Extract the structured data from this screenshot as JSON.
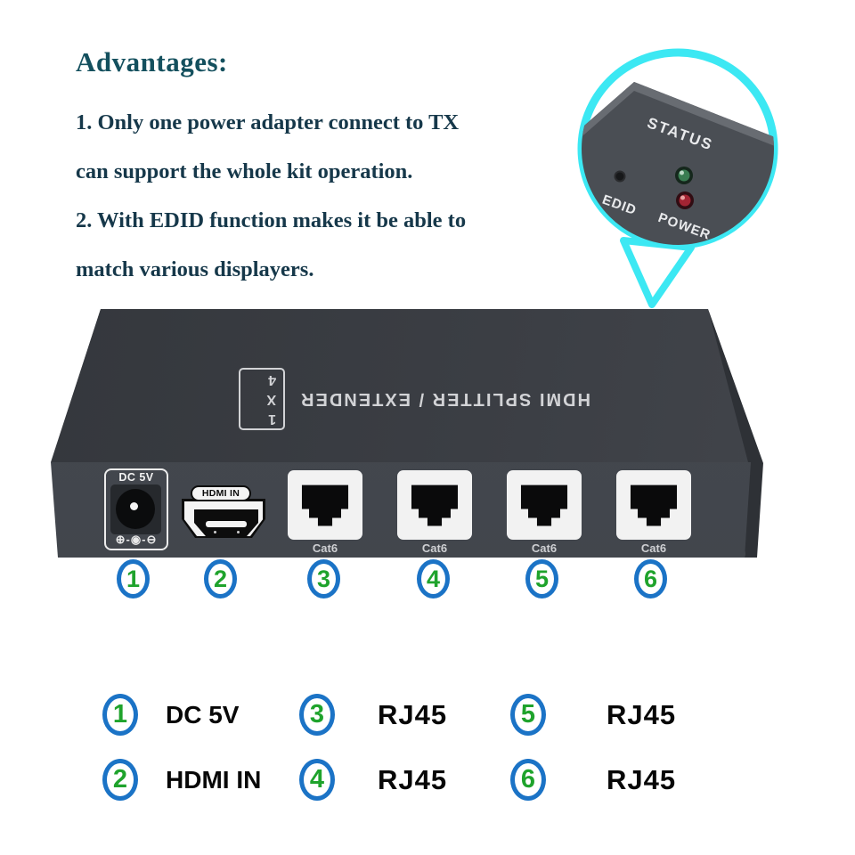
{
  "advantages": {
    "heading": "Advantages:",
    "lines": [
      "1. Only one power adapter connect to TX",
      "can support the whole kit operation.",
      "2. With EDID function makes it be able to",
      "match various displayers."
    ]
  },
  "callout": {
    "status_label": "STATUS",
    "edid_label": "EDID",
    "power_label": "POWER"
  },
  "device": {
    "top_label": "HDMI SPLITTER / EXTENDER",
    "model_badge": "1 X 4",
    "dc_label": "DC 5V",
    "dc_polarity": "⊕-◉-⊖",
    "hdmi_label": "HDMI IN",
    "cat6_label": "Cat6",
    "port_numbers": [
      "1",
      "2",
      "3",
      "4",
      "5",
      "6"
    ]
  },
  "legend": {
    "items": [
      {
        "num": "1",
        "label": "DC 5V"
      },
      {
        "num": "2",
        "label": "HDMI IN"
      },
      {
        "num": "3",
        "label": "RJ45"
      },
      {
        "num": "4",
        "label": "RJ45"
      },
      {
        "num": "5",
        "label": "RJ45"
      },
      {
        "num": "6",
        "label": "RJ45"
      }
    ]
  },
  "colors": {
    "accent_cyan": "#3ce8f3",
    "badge_ring_blue": "#1b73c6",
    "badge_number_green": "#1fa32c",
    "advantages_text": "#16384a",
    "led_green": "#3a7d52",
    "led_red": "#a32433",
    "device_gray": "#3f434a"
  }
}
